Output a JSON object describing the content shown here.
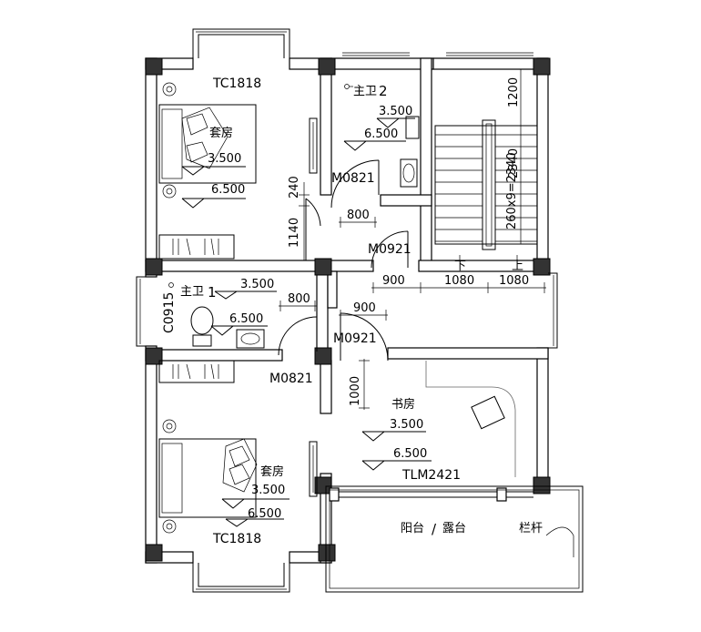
{
  "rooms": {
    "suite_top": {
      "name": "套房",
      "level1": "3.500",
      "level2": "6.500",
      "window": "TC1818"
    },
    "suite_bottom": {
      "name": "套房",
      "level1": "3.500",
      "level2": "6.500",
      "window": "TC1818"
    },
    "master_bath_2": {
      "name": "主卫",
      "num": "2",
      "level1": "3.500",
      "level2": "6.500"
    },
    "master_bath_1": {
      "name": "主卫",
      "num": "1",
      "level1": "3.500",
      "level2": "6.500",
      "window": "C0915"
    },
    "study": {
      "name": "书房",
      "level1": "3.500",
      "level2": "6.500",
      "door": "TLM2421"
    },
    "balcony": {
      "name": "阳台",
      "sep": "/",
      "name2": "露台",
      "rail": "栏杆"
    }
  },
  "doors": {
    "m0821_top": "M0821",
    "m0921_top": "M0921",
    "m0921_bottom": "M0921",
    "m0821_bottom": "M0821"
  },
  "dims": {
    "d240": "240",
    "d1140": "1140",
    "d800_top": "800",
    "d800_bottom": "800",
    "d900_a": "900",
    "d900_b": "900",
    "d1080_a": "1080",
    "d1080_b": "1080",
    "d1200": "1200",
    "d2340": "2340",
    "stair_run": "260x9=2340",
    "d1000": "1000"
  },
  "stair": {
    "down": "下",
    "up": "上"
  }
}
